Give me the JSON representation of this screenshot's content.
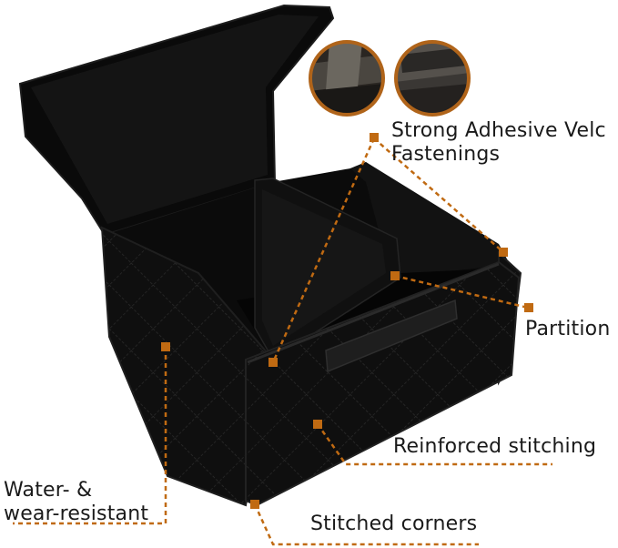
{
  "features": {
    "velcro": {
      "line1": "Strong Adhesive Velc",
      "line2": "Fastenings"
    },
    "partition": "Partition",
    "stitching": "Reinforced stitching",
    "water": {
      "line1": "Water- &",
      "line2": "wear-resistant"
    },
    "corners": "Stitched corners"
  },
  "colors": {
    "accent": "#c06a12",
    "box": "#0d0d0d",
    "text": "#1a1a1a"
  }
}
